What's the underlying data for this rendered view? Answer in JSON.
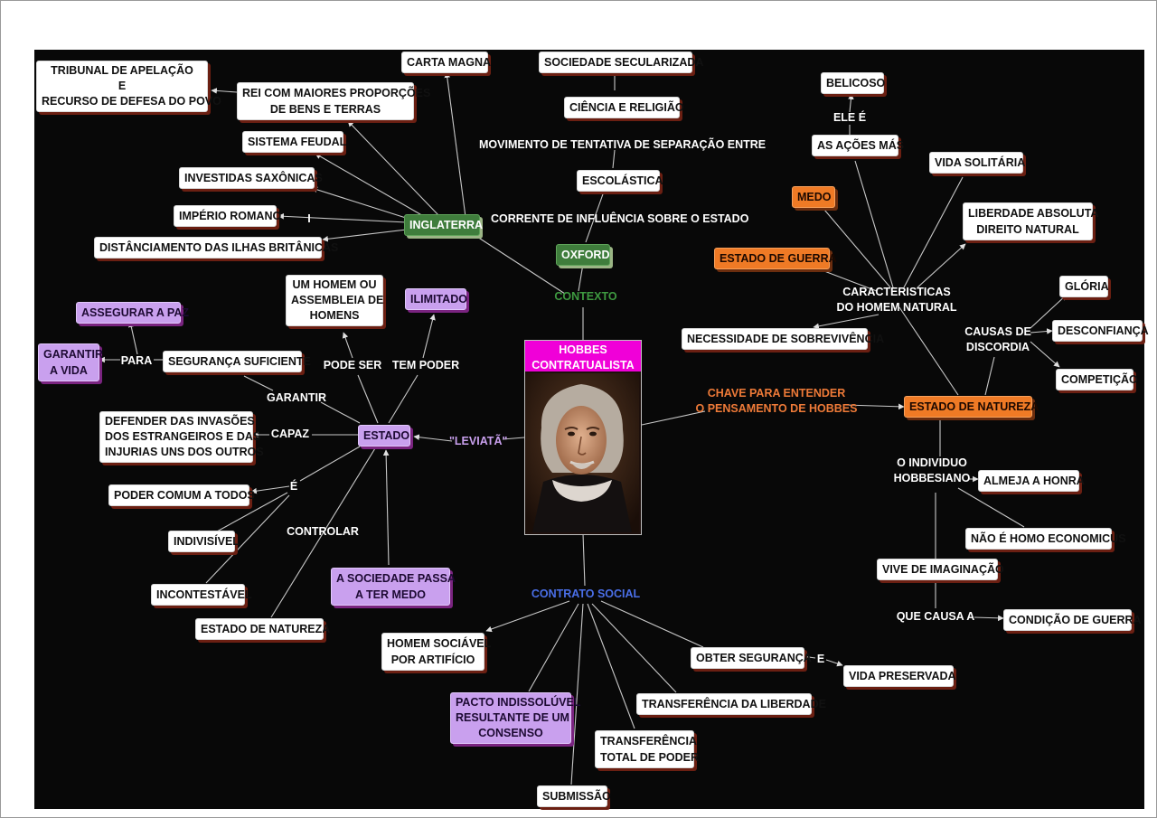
{
  "center": {
    "title_line1": "HOBBES",
    "title_line2": "CONTRATUALISTA"
  },
  "labels": {
    "contexto": "CONTEXTO",
    "contrato_social": "CONTRATO SOCIAL",
    "chave_line1": "CHAVE PARA ENTENDER",
    "chave_line2": "O PENSAMENTO DE HOBBES",
    "leviata": "\"LEVIATÃ\"",
    "movimento": "MOVIMENTO DE TENTATIVA DE SEPARAÇÃO ENTRE",
    "corrente": "CORRENTE DE INFLUÊNCIA SOBRE O ESTADO",
    "ele_e": "ELE É",
    "caracteristicas_line1": "CARACTERISTICAS",
    "caracteristicas_line2": "DO HOMEM NATURAL",
    "causas_line1": "CAUSAS DE",
    "causas_line2": "DISCORDIA",
    "individuo_line1": "O INDIVIDUO",
    "individuo_line2": "HOBBESIANO",
    "que_causa": "QUE CAUSA A",
    "e_conn": "E",
    "pode_ser": "PODE SER",
    "tem_poder": "TEM PODER",
    "garantir": "GARANTIR",
    "capaz": "CAPAZ",
    "e_estado": "É",
    "controlar": "CONTROLAR",
    "para": "PARA",
    "i_mark": "I"
  },
  "nodes": {
    "tribunal": [
      "TRIBUNAL DE APELAÇÃO",
      "E",
      "RECURSO DE DEFESA DO POVO"
    ],
    "rei": [
      "REI COM MAIORES PROPORÇÕES",
      "DE BENS E TERRAS"
    ],
    "carta_magna": "CARTA MAGNA",
    "sistema_feudal": "SISTEMA FEUDAL",
    "investidas": "INVESTIDAS SAXÔNICAS",
    "imperio": "IMPÉRIO ROMANO",
    "distanciamento": "DISTÂNCIAMENTO DAS ILHAS BRITÂNICAS",
    "inglaterra": "INGLATERRA",
    "sociedade_sec": "SOCIEDADE SECULARIZADA",
    "ciencia": "CIÊNCIA E RELIGIÃO",
    "escolastica": "ESCOLÁSTICA",
    "oxford": "OXFORD",
    "belicoso": "BELICOSO",
    "acoes_mas": "AS AÇÕES MÁS",
    "vida_solitaria": "VIDA SOLITÁRIA",
    "medo": "MEDO",
    "liberdade": [
      "LIBERDADE ABSOLUTA",
      "DIREITO NATURAL"
    ],
    "estado_guerra": "ESTADO DE GUERRA",
    "necessidade": "NECESSIDADE DE SOBREVIVÊNCIA",
    "gloria": "GLÓRIA",
    "desconfianca": "DESCONFIANÇA",
    "competicao": "COMPETIÇÃO",
    "estado_natureza_r": "ESTADO DE NATUREZA",
    "almeja": "ALMEJA A HONRA",
    "homo_econ": "NÃO É HOMO ECONOMICUS",
    "vive_imag": "VIVE DE IMAGINAÇÃO",
    "condicao_guerra": "CONDIÇÃO DE GUERRA",
    "um_homem": [
      "UM HOMEM OU",
      "ASSEMBLEIA DE",
      "HOMENS"
    ],
    "ilimitado": "ILIMITADO",
    "assegurar": "ASSEGURAR A PAZ",
    "garantir_vida": [
      "GARANTIR",
      "A VIDA"
    ],
    "seguranca": "SEGURANÇA SUFICIENTE",
    "defender": [
      "DEFENDER DAS INVASÕES",
      "DOS ESTRANGEIROS E DAS",
      "INJURIAS UNS DOS OUTROS"
    ],
    "estado": "ESTADO",
    "poder_comum": "PODER COMUM A TODOS",
    "indivisivel": "INDIVISÍVEL",
    "incontestavel": "INCONTESTÁVEL",
    "sociedade_medo": [
      "A SOCIEDADE PASSA",
      "A TER MEDO"
    ],
    "estado_natureza_l": "ESTADO DE NATUREZA",
    "homem_sociavel": [
      "HOMEM SOCIÁVEL",
      "POR ARTIFÍCIO"
    ],
    "pacto": [
      "PACTO INDISSOLÚVEL",
      "RESULTANTE DE UM",
      "CONSENSO"
    ],
    "obter_seg": "OBTER SEGURANÇA",
    "vida_preservada": "VIDA PRESERVADA",
    "transf_liberdade": "TRANSFERÊNCIA DA LIBERDADE",
    "transf_poder": [
      "TRANSFERÊNCIA",
      "TOTAL DE PODER"
    ],
    "submissao": "SUBMISSÃO"
  },
  "colors": {
    "background": "#080808",
    "white_node": "#ffffff",
    "purple_node": "#c9a0ee",
    "orange_node": "#ef7a25",
    "green_node": "#3f7d3c",
    "magenta_title": "#f000d8",
    "link_line": "#c8c8c8"
  }
}
